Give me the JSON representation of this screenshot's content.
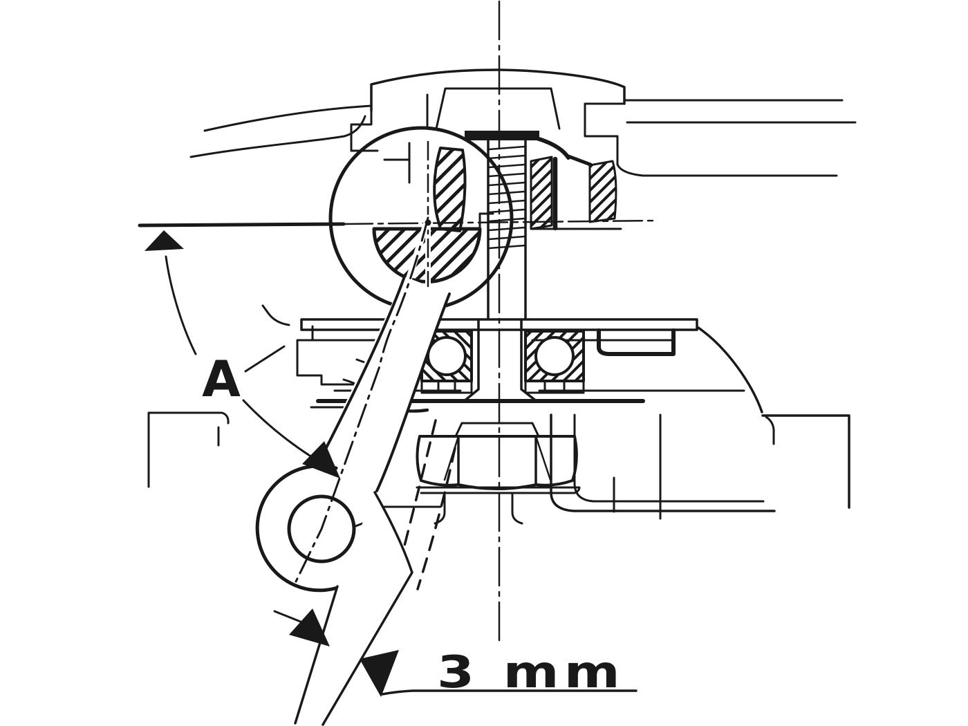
{
  "figure": {
    "kind": "technical-cross-section-drawing",
    "labels": {
      "point_label": "A",
      "dimension_label": "3 mm"
    },
    "colors": {
      "ink": "#191919",
      "paper": "#ffffff"
    }
  }
}
